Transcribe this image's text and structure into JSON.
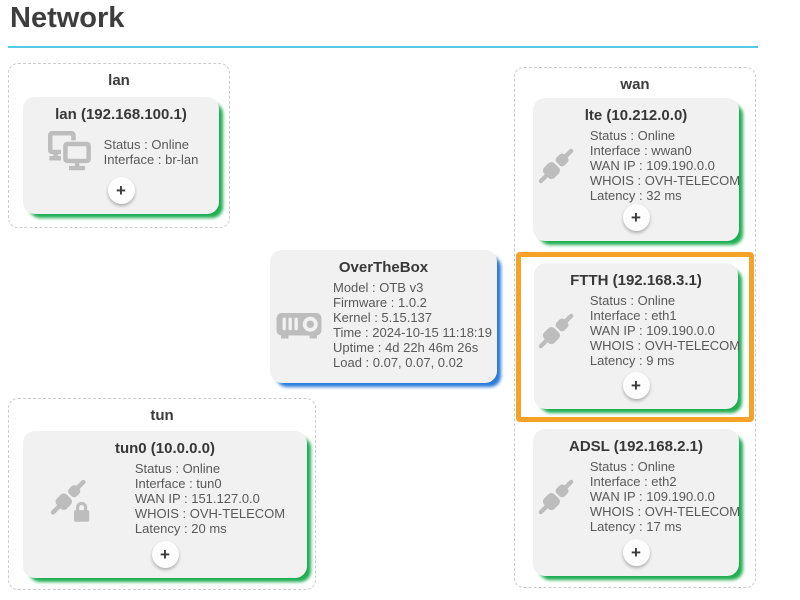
{
  "page": {
    "title": "Network"
  },
  "groups": {
    "lan": {
      "label": "lan"
    },
    "wan": {
      "label": "wan"
    },
    "tun": {
      "label": "tun"
    }
  },
  "cards": {
    "lan": {
      "title": "lan (192.168.100.1)",
      "icon": "lan-devices-icon",
      "lines": [
        "Status : Online",
        "Interface : br-lan"
      ]
    },
    "lte": {
      "title": "lte (10.212.0.0)",
      "icon": "plug-connector-icon",
      "lines": [
        "Status : Online",
        "Interface : wwan0",
        "WAN IP : 109.190.0.0",
        "WHOIS : OVH-TELECOM",
        "Latency : 32 ms"
      ]
    },
    "ftth": {
      "title": "FTTH (192.168.3.1)",
      "icon": "plug-connector-icon",
      "highlighted": true,
      "lines": [
        "Status : Online",
        "Interface : eth1",
        "WAN IP : 109.190.0.0",
        "WHOIS : OVH-TELECOM",
        "Latency : 9 ms"
      ]
    },
    "adsl": {
      "title": "ADSL (192.168.2.1)",
      "icon": "plug-connector-icon",
      "lines": [
        "Status : Online",
        "Interface : eth2",
        "WAN IP : 109.190.0.0",
        "WHOIS : OVH-TELECOM",
        "Latency : 17 ms"
      ]
    },
    "tun0": {
      "title": "tun0 (10.0.0.0)",
      "icon": "secure-tunnel-plug-icon",
      "lines": [
        "Status : Online",
        "Interface : tun0",
        "WAN IP : 151.127.0.0",
        "WHOIS : OVH-TELECOM",
        "Latency : 20 ms"
      ]
    },
    "overthebox": {
      "title": "OverTheBox",
      "icon": "router-box-icon",
      "lines": [
        "Model : OTB v3",
        "Firmware : 1.0.2",
        "Kernel : 5.15.137",
        "Time : 2024-10-15 11:18:19",
        "Uptime : 4d 22h 46m 26s",
        "Load : 0.07, 0.07, 0.02"
      ]
    }
  },
  "ui": {
    "add_button_label": "+"
  },
  "colors": {
    "status_online_green": "#1fae53",
    "otb_blue": "#2a7bd9",
    "highlight_orange": "#f5a227",
    "divider_cyan": "#55c9e8"
  }
}
